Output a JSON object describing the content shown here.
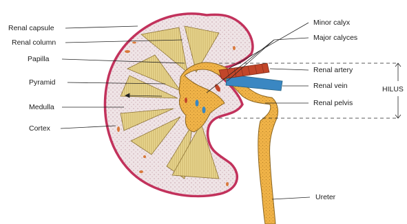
{
  "labels": {
    "renal_capsule": "Renal capsule",
    "renal_column": "Renal column",
    "papilla": "Papilla",
    "pyramid": "Pyramid",
    "medulla": "Medulla",
    "cortex": "Cortex",
    "minor_calyx": "Minor calyx",
    "major_calyces": "Major calyces",
    "renal_artery": "Renal artery",
    "renal_vein": "Renal vein",
    "renal_pelvis": "Renal pelvis",
    "hilus": "HILUS",
    "ureter": "Ureter"
  },
  "colors": {
    "capsule": "#c2325c",
    "cortex_fill": "#efe4e6",
    "pyramid_fill": "#e9d790",
    "pyramid_stripe": "#b89a4a",
    "pelvis_fill": "#efb247",
    "artery": "#c2462a",
    "vein": "#3a87c2",
    "cortex_dots": "#d9793b",
    "leader": "#222222"
  }
}
